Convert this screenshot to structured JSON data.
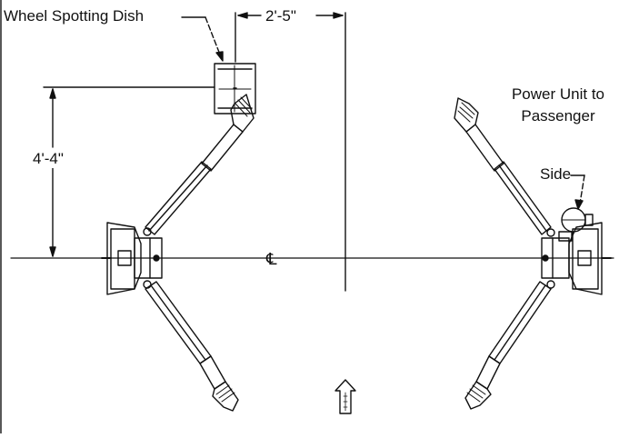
{
  "labels": {
    "wheel_spotting_dish": "Wheel Spotting Dish",
    "horizontal_dimension": "2'-5\"",
    "vertical_dimension": "4'-4\"",
    "power_unit_line1": "Power Unit to",
    "power_unit_line2": "Passenger",
    "power_unit_line3": "Side",
    "centerline_symbol": "℄"
  },
  "colors": {
    "line": "#111111",
    "background": "#ffffff"
  }
}
